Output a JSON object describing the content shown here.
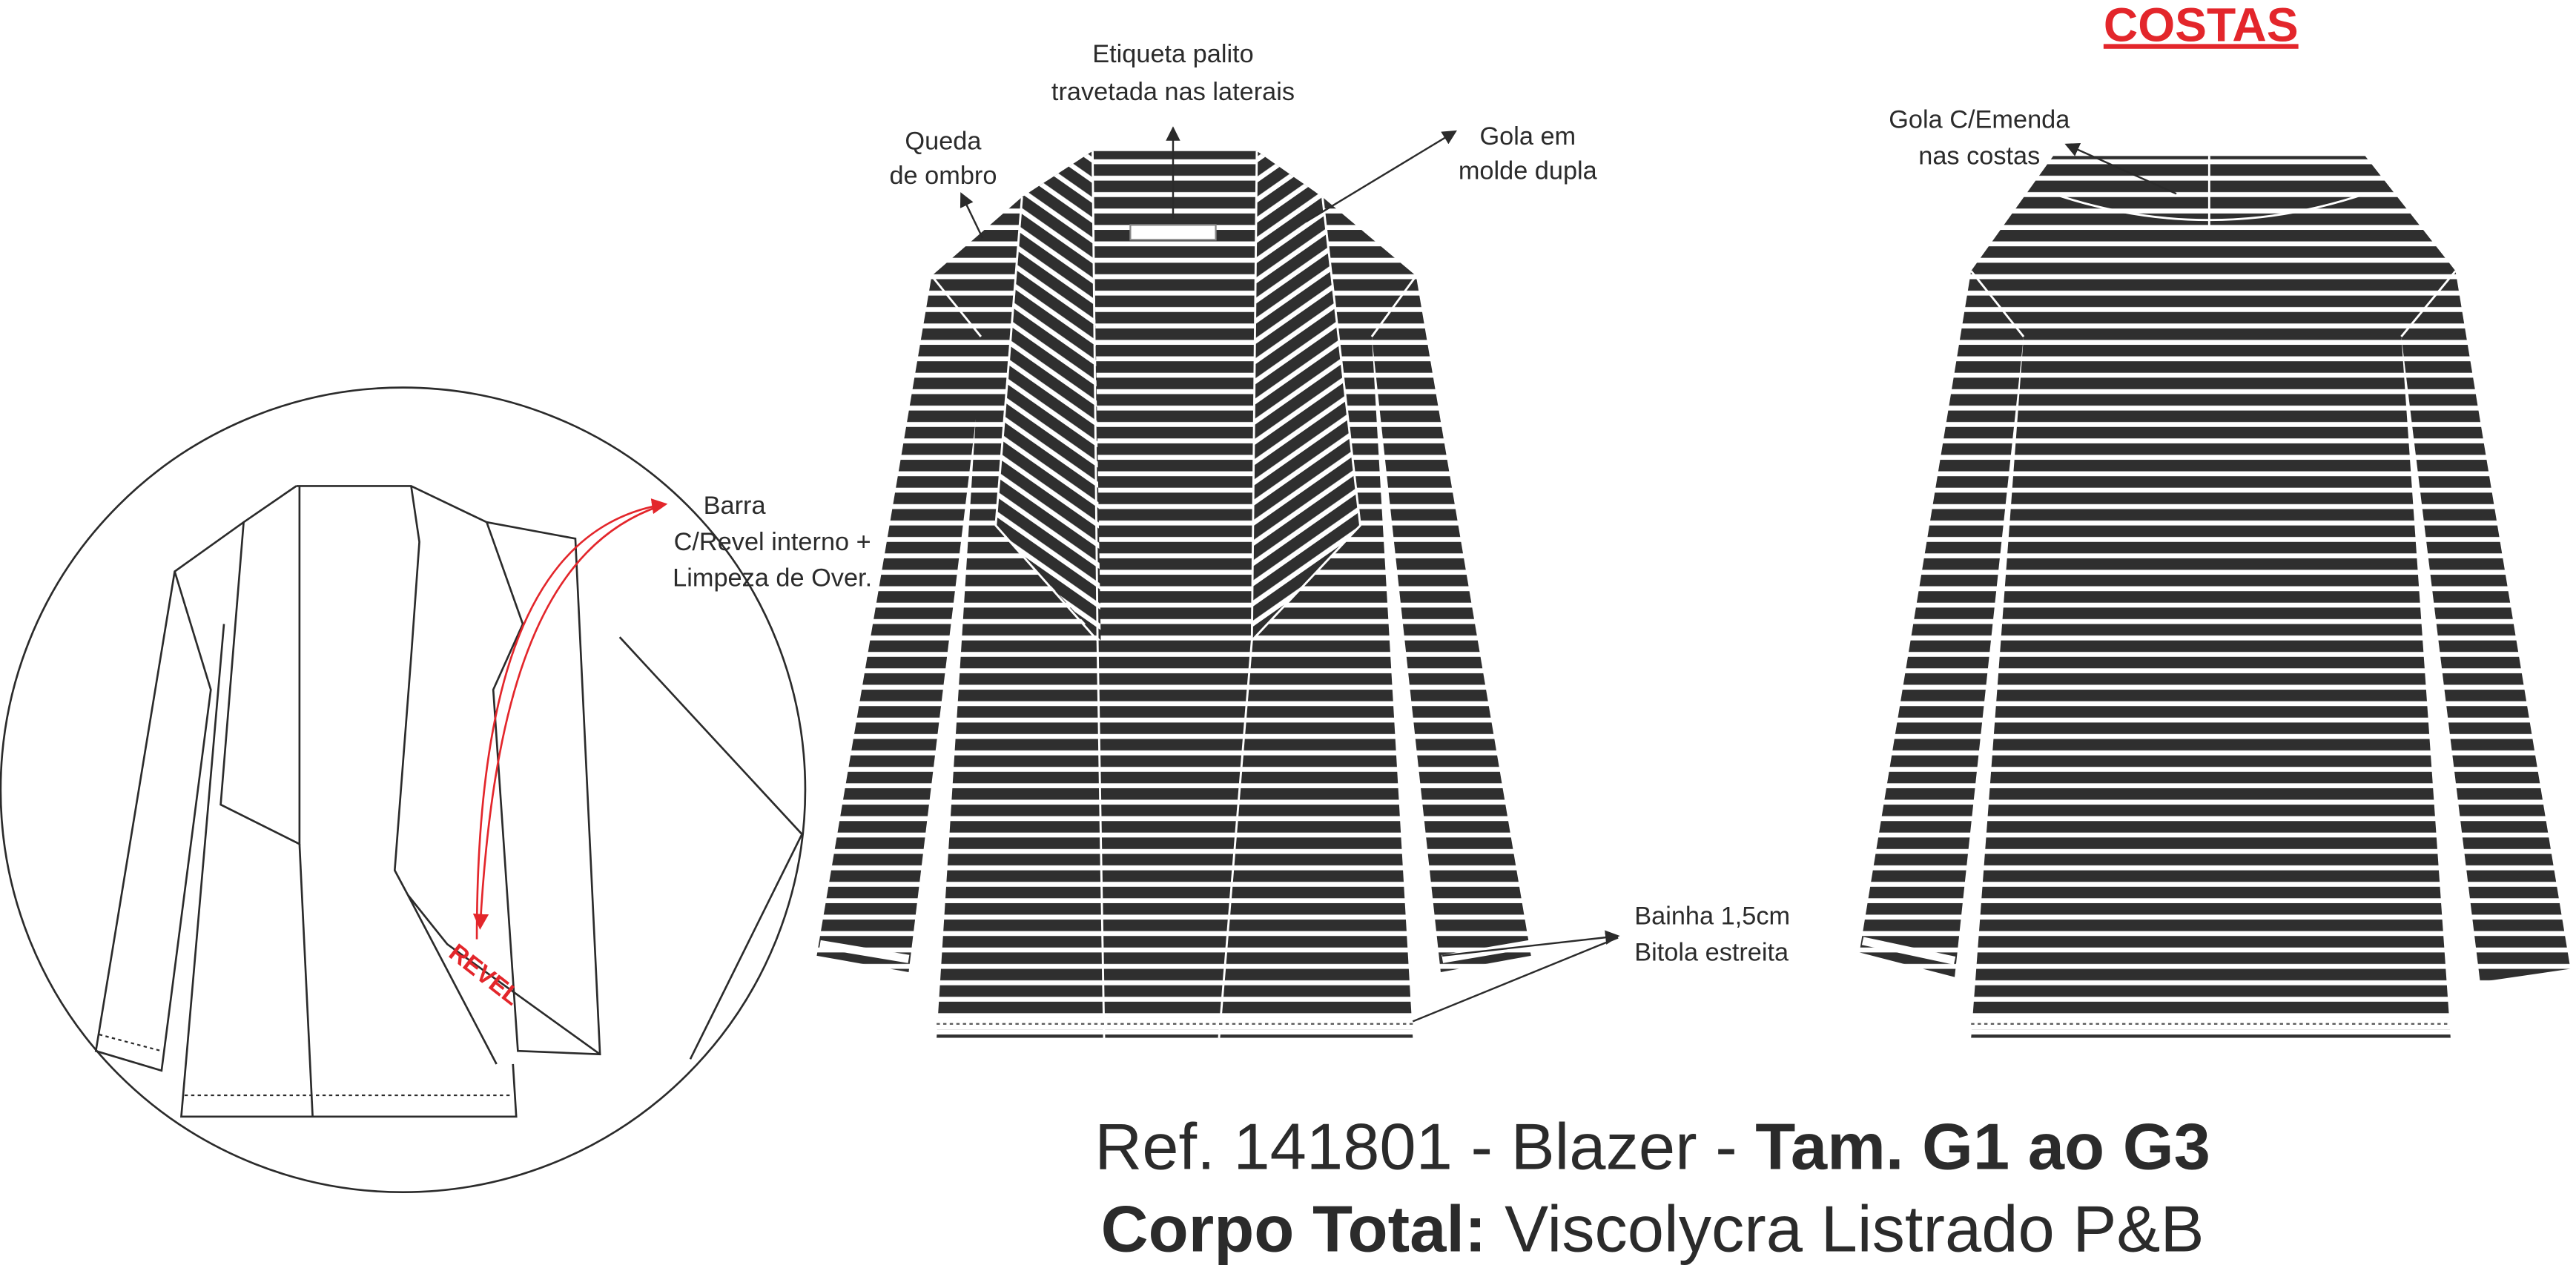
{
  "header": {
    "view_label": "COSTAS"
  },
  "annotations": {
    "etiqueta": [
      "Etiqueta palito",
      "travetada nas laterais"
    ],
    "queda": [
      "Queda",
      "de ombro"
    ],
    "gola_front": [
      "Gola em",
      "molde dupla"
    ],
    "gola_back": [
      "Gola C/Emenda",
      "nas costas"
    ],
    "barra": [
      "Barra",
      "C/Revel interno +",
      "Limpeza de Over."
    ],
    "bainha": [
      "Bainha 1,5cm",
      "Bitola estreita"
    ],
    "revel": "REVEL"
  },
  "footer": {
    "line1_regular": "Ref. 141801 - Blazer - ",
    "line1_bold": "Tam. G1 ao G3",
    "line2_bold": "Corpo Total:",
    "line2_regular": " Viscolycra Listrado P&B"
  },
  "colors": {
    "stripe_dark": "#2f2f2f",
    "accent_red": "#e3262b",
    "text": "#2b2b2b"
  }
}
